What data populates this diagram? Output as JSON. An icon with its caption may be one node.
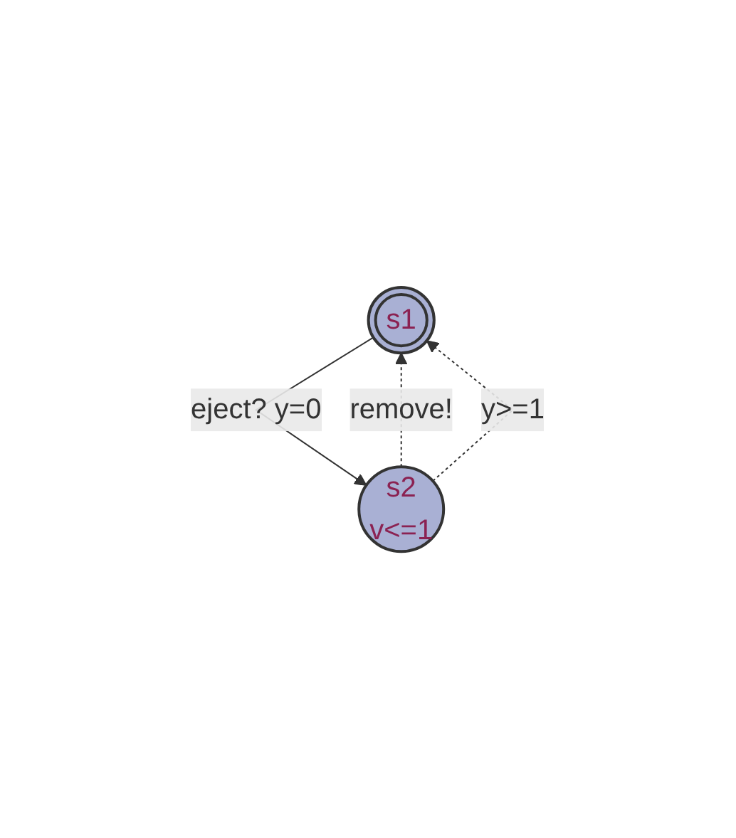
{
  "diagram": {
    "nodes": [
      {
        "text": [
          "s1"
        ]
      },
      {
        "text": [
          "s2",
          "v<=1"
        ]
      }
    ],
    "edges": [
      {
        "from": 0,
        "to": 1,
        "arrow": "to",
        "label": "eject? y=0"
      },
      {
        "from": 1,
        "to": 0,
        "arrow": "to",
        "label": "remove!",
        "style": "dashed"
      },
      {
        "from": 1,
        "to": 0,
        "arrow": "to",
        "label": "y>=1",
        "style": "dashed"
      }
    ]
  }
}
